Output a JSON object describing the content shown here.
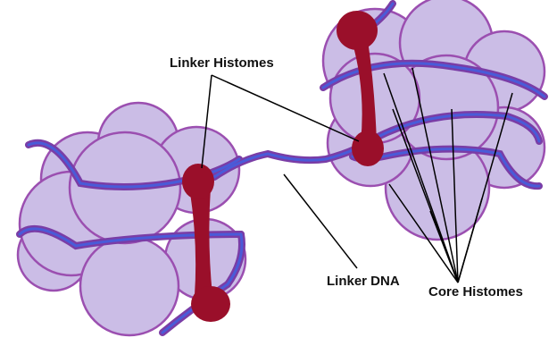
{
  "labels": {
    "linker_histones": "Linker Histomes",
    "linker_dna": "Linker DNA",
    "core_histones": "Core Histomes"
  },
  "colors": {
    "histone_fill": "#cbbde6",
    "histone_stroke": "#9b4fb0",
    "dna_outer": "#7a3da6",
    "dna_inner": "#4a5bd8",
    "linker_histone": "#9a0f2a",
    "pointer_line": "#000000",
    "background": "#ffffff"
  }
}
